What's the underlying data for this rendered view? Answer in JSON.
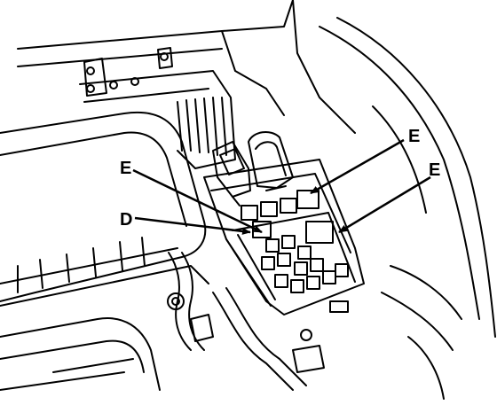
{
  "figure": {
    "callouts": [
      {
        "id": "e-top-right",
        "letter": "E"
      },
      {
        "id": "e-left",
        "letter": "E"
      },
      {
        "id": "d-left",
        "letter": "D"
      },
      {
        "id": "e-right",
        "letter": "E"
      }
    ]
  },
  "colors": {
    "ink": "#000000",
    "paper": "#ffffff"
  }
}
